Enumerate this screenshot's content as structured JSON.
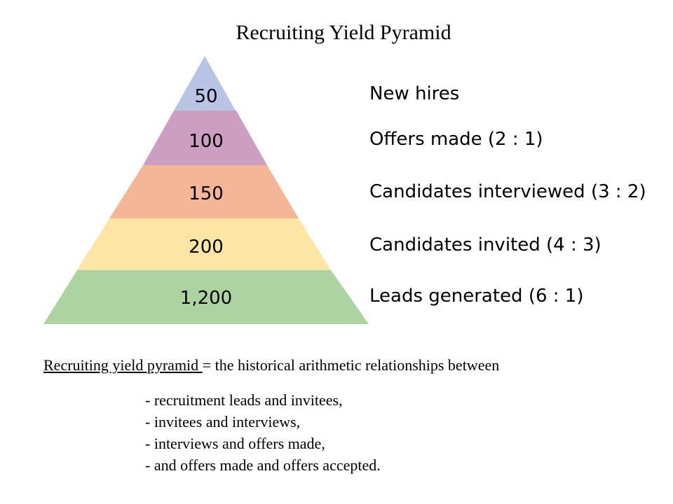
{
  "title": "Recruiting Yield Pyramid",
  "pyramid": {
    "tiers": [
      {
        "value": "50",
        "label": "New hires",
        "color": "#b9c4e4"
      },
      {
        "value": "100",
        "label": "Offers made (2 : 1)",
        "color": "#cc9fc2"
      },
      {
        "value": "150",
        "label": "Candidates interviewed (3 : 2)",
        "color": "#f5b597"
      },
      {
        "value": "200",
        "label": "Candidates invited (4 : 3)",
        "color": "#fde5a6"
      },
      {
        "value": "1,200",
        "label": "Leads generated (6 : 1)",
        "color": "#acd3a1"
      }
    ]
  },
  "definition": {
    "term": "Recruiting yield pyramid ",
    "text": "= the historical arithmetic relationships between"
  },
  "bullets": [
    "-  recruitment leads and invitees,",
    "-  invitees and interviews,",
    "-  interviews and offers made,",
    "-  and offers made and offers accepted."
  ]
}
